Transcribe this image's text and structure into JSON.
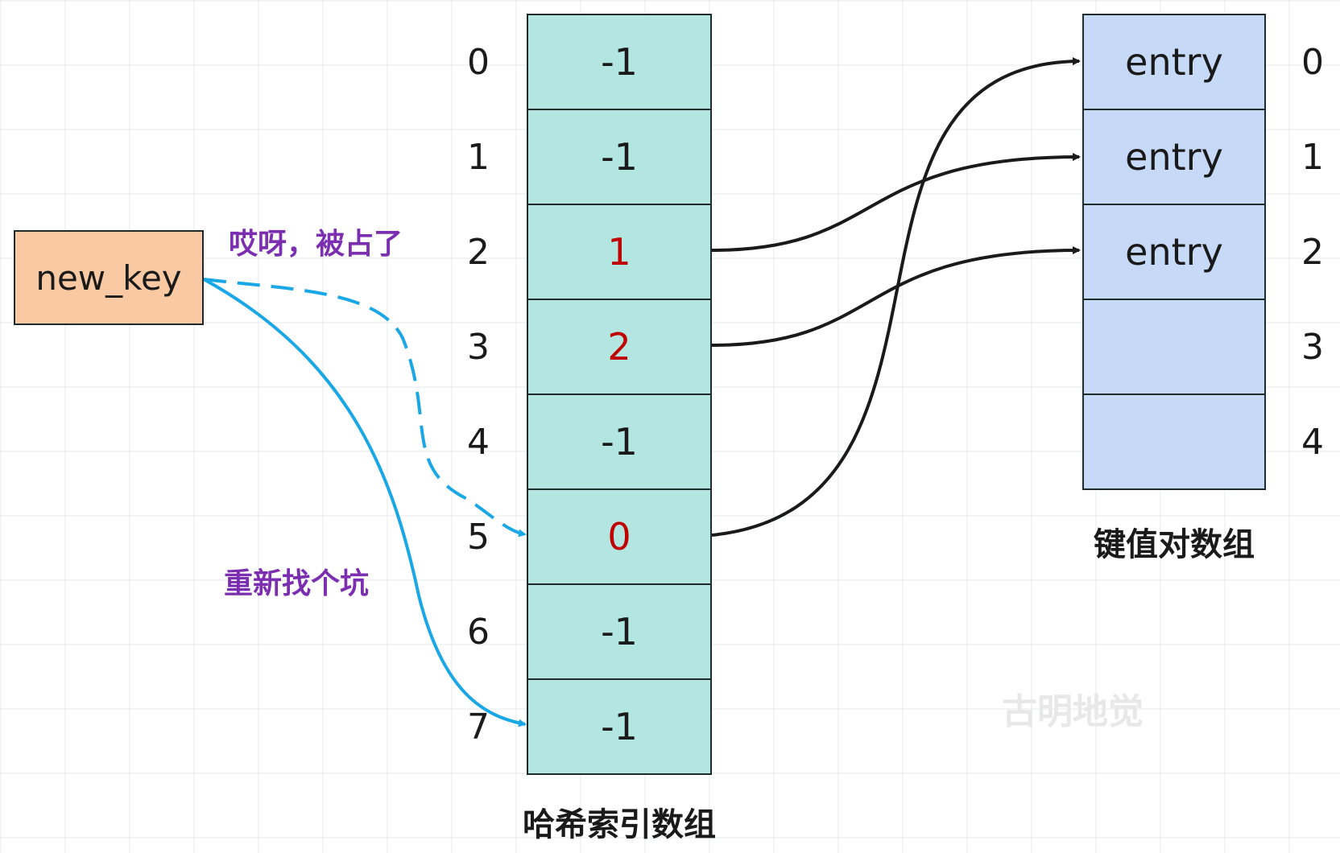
{
  "hash_index_array": {
    "caption": "哈希索引数组",
    "cells": [
      {
        "index": "0",
        "value": "-1",
        "used": false
      },
      {
        "index": "1",
        "value": "-1",
        "used": false
      },
      {
        "index": "2",
        "value": "1",
        "used": true
      },
      {
        "index": "3",
        "value": "2",
        "used": true
      },
      {
        "index": "4",
        "value": "-1",
        "used": false
      },
      {
        "index": "5",
        "value": "0",
        "used": true
      },
      {
        "index": "6",
        "value": "-1",
        "used": false
      },
      {
        "index": "7",
        "value": "-1",
        "used": false
      }
    ]
  },
  "kv_array": {
    "caption": "键值对数组",
    "cells": [
      {
        "index": "0",
        "label": "entry"
      },
      {
        "index": "1",
        "label": "entry"
      },
      {
        "index": "2",
        "label": "entry"
      },
      {
        "index": "3",
        "label": ""
      },
      {
        "index": "4",
        "label": ""
      }
    ]
  },
  "new_key": {
    "label": "new_key"
  },
  "notes": {
    "collision": "哎呀，被占了",
    "reprobe": "重新找个坑"
  },
  "watermark": "古明地觉",
  "colors": {
    "hash_cell": "#b3e6e0",
    "kv_cell": "#c6d9f7",
    "key_box": "#f9c9a4",
    "used_value": "#c00000",
    "probe_arrow": "#1aa7e6",
    "note_text": "#7b2fb0"
  }
}
